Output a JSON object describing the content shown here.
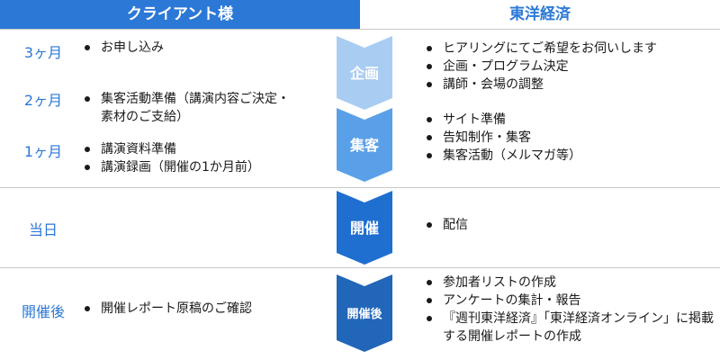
{
  "colors": {
    "accent": "#2b78d6",
    "chevron_planning": "#a9cdf2",
    "chevron_collect": "#5aa0e8",
    "chevron_event": "#1f6fd0",
    "chevron_after": "#2166b8"
  },
  "header": {
    "client": "クライアント様",
    "toyo": "東洋経済"
  },
  "client_timeline": [
    {
      "timing": "3ヶ月",
      "items": [
        "お申し込み"
      ]
    },
    {
      "timing": "2ヶ月",
      "items": [
        "集客活動準備（講演内容ご決定・素材のご支給）"
      ]
    },
    {
      "timing": "1ヶ月",
      "items": [
        "講演資料準備",
        "講演録画（開催の1か月前）"
      ]
    },
    {
      "timing": "当日",
      "items": []
    },
    {
      "timing": "開催後",
      "items": [
        "開催レポート原稿のご確認"
      ]
    }
  ],
  "phases": [
    {
      "label": "企画"
    },
    {
      "label": "集客"
    },
    {
      "label": "開催"
    },
    {
      "label": "開催後"
    }
  ],
  "toyo_tasks": [
    [
      "ヒアリングにてご希望をお伺いします",
      "企画・プログラム決定",
      "講師・会場の調整"
    ],
    [
      "サイト準備",
      "告知制作・集客",
      "集客活動（メルマガ等）"
    ],
    [
      "配信"
    ],
    [
      "参加者リストの作成",
      "アンケートの集計・報告",
      "『週刊東洋経済』「東洋経済オンライン」に掲載する開催レポートの作成"
    ]
  ]
}
